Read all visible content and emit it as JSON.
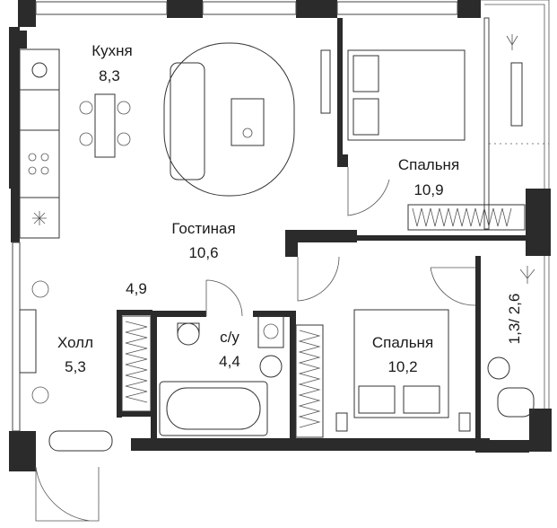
{
  "plan": {
    "rooms": [
      {
        "name": "Кухня",
        "area": "8,3"
      },
      {
        "name": "Гостиная",
        "area": "10,6"
      },
      {
        "name": "Спальня",
        "area": "10,9"
      },
      {
        "name": "Спальня",
        "area": "10,2"
      },
      {
        "name": "Холл",
        "area": "5,3"
      },
      {
        "name": "с/у",
        "area": "4,4"
      }
    ],
    "corridor_area": "4,9",
    "balcony_area": "1,3/ 2,6"
  },
  "colors": {
    "wall": "#2b2b2b",
    "line": "#333333",
    "background": "#ffffff"
  }
}
